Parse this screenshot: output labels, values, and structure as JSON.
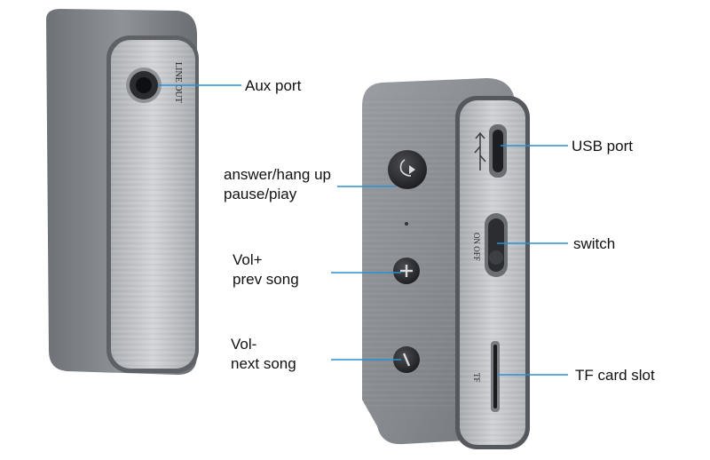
{
  "device_left": {
    "port_text": "LINE OUT"
  },
  "device_right": {
    "switch_text": "ON OFF",
    "slot_text": "TF"
  },
  "callouts": {
    "aux_port": "Aux port",
    "usb_port": "USB port",
    "switch": "switch",
    "tf_slot": "TF card slot",
    "answer_line1": "answer/hang up",
    "answer_line2": "pause/piay",
    "vol_up_line1": "Vol+",
    "vol_up_line2": "prev song",
    "vol_down_line1": "Vol-",
    "vol_down_line2": "next song"
  },
  "colors": {
    "leader_line": "#2a8fd0",
    "body_metal": "#8d9197",
    "face_metal": "#b9bcc0",
    "button": "#2a2c2f"
  }
}
